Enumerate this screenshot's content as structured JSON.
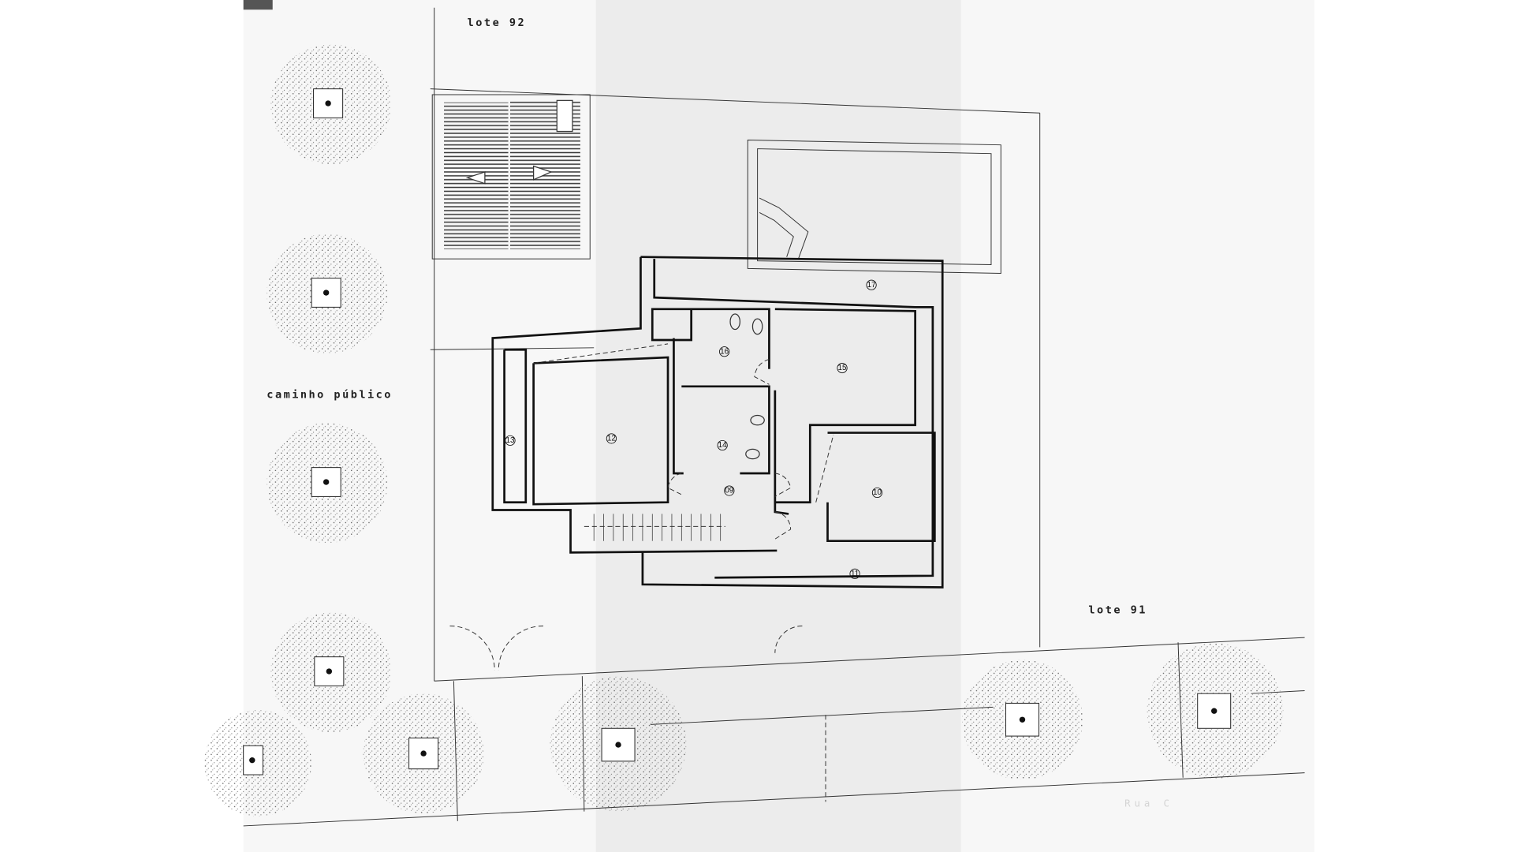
{
  "plan": {
    "lot_north": "lote 92",
    "lot_south": "lote 91",
    "public_path": "caminho público",
    "street": "Rua C",
    "rooms": [
      "17",
      "16",
      "15",
      "14",
      "13",
      "12",
      "11",
      "10",
      "09"
    ]
  },
  "colors": {
    "paper": "#f4f4f4",
    "fold_shadow": "#e6e6e6",
    "ink": "#111111"
  }
}
